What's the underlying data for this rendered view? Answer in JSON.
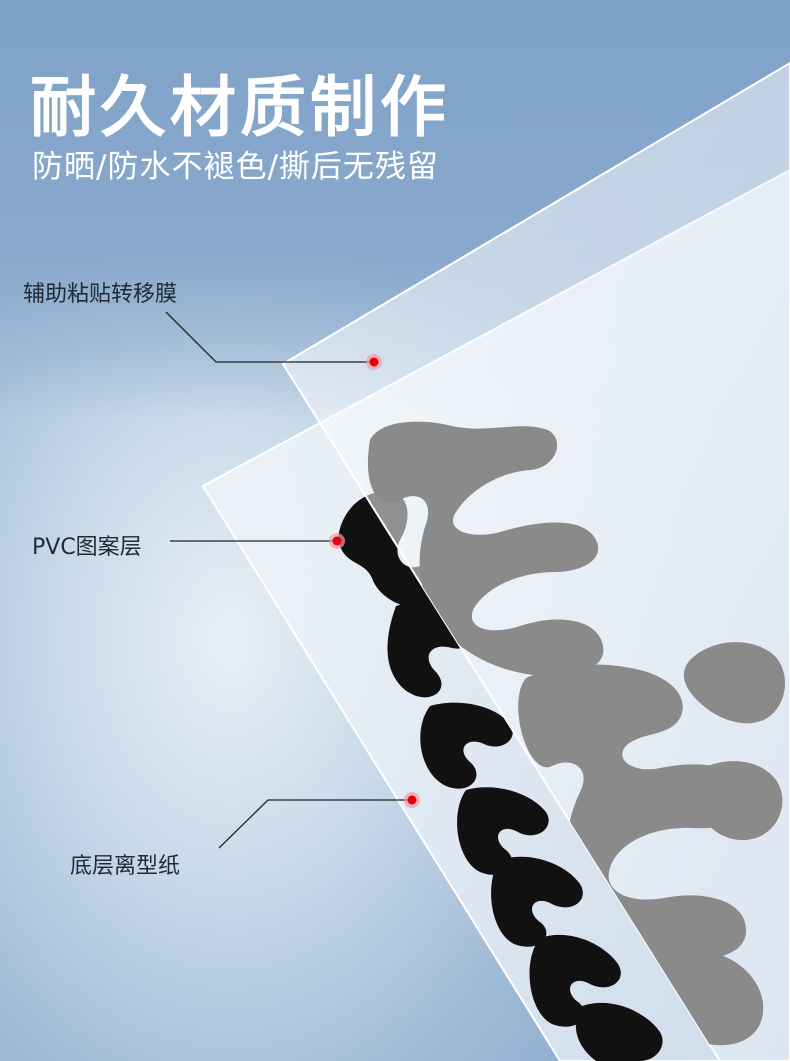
{
  "title": "耐久材质制作",
  "subtitle": "防晒/防水不褪色/撕后无残留",
  "layers": [
    {
      "label": "辅助粘贴转移膜"
    },
    {
      "label": "PVC图案层"
    },
    {
      "label": "底层离型纸"
    }
  ],
  "colors": {
    "background": "#86a7cc",
    "title_text": "#ffffff",
    "marker_dot": "#e3000f",
    "pattern_black": "#111111",
    "pattern_gray": "#8a8a8a"
  }
}
